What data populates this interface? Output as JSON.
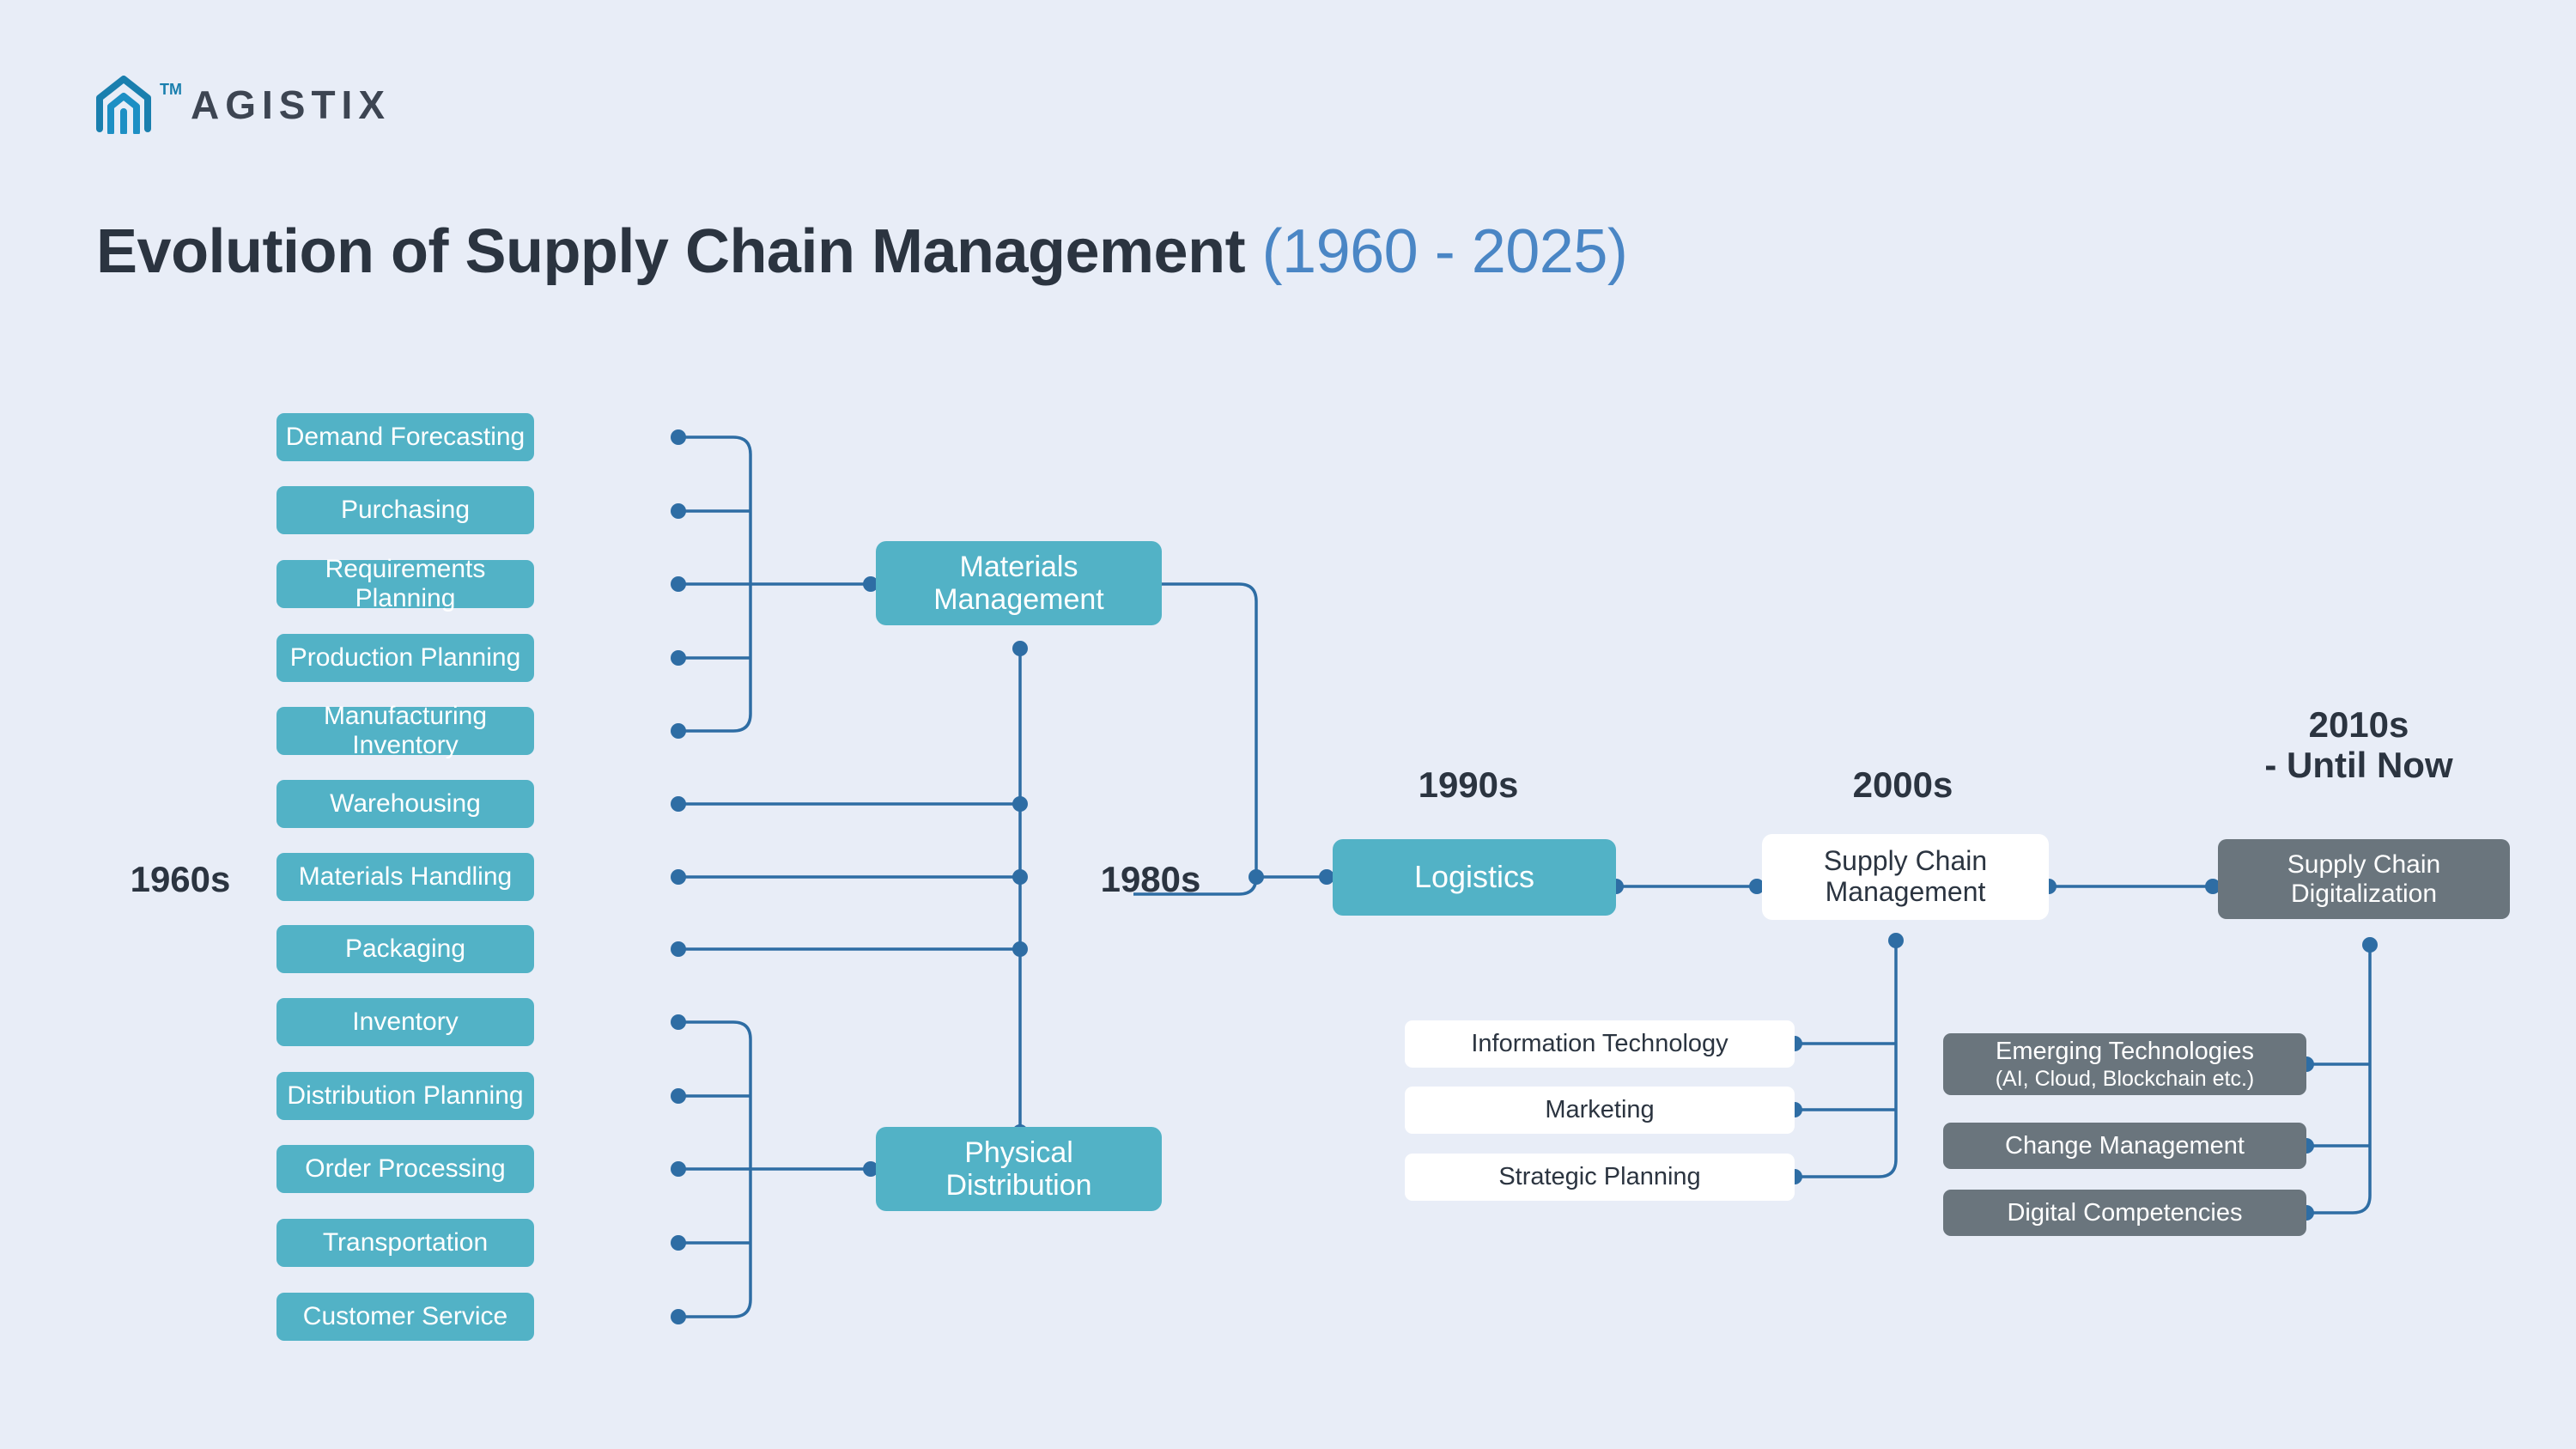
{
  "brand": {
    "name": "AGISTIX",
    "trademark": "TM",
    "logo_color": "#1a7fae",
    "word_color": "#3d4552"
  },
  "title": {
    "main": "Evolution of Supply Chain Management",
    "years": "(1960 - 2025)"
  },
  "theme": {
    "background": "#e8edf7",
    "teal": "#52b2c6",
    "slate": "#6a757d",
    "white": "#ffffff",
    "connector": "#2e6da4",
    "accent_blue": "#4a86c5",
    "text_dark": "#2b3440"
  },
  "eras": [
    {
      "id": "era-1960s",
      "label": "1960s"
    },
    {
      "id": "era-1980s",
      "label": "1980s"
    },
    {
      "id": "era-1990s",
      "label": "1990s"
    },
    {
      "id": "era-2000s",
      "label": "2000s"
    },
    {
      "id": "era-2010s",
      "label": "2010s\n- Until Now",
      "line1": "2010s",
      "line2": "- Until Now"
    }
  ],
  "columns": {
    "decade_1960s": {
      "era": "1960s",
      "materials_group": [
        {
          "label": "Demand Forecasting"
        },
        {
          "label": "Purchasing"
        },
        {
          "label": "Requirements Planning"
        },
        {
          "label": "Production Planning"
        },
        {
          "label": "Manufacturing Inventory"
        }
      ],
      "shared_group": [
        {
          "label": "Warehousing"
        },
        {
          "label": "Materials Handling"
        },
        {
          "label": "Packaging"
        }
      ],
      "distribution_group": [
        {
          "label": "Inventory"
        },
        {
          "label": "Distribution Planning"
        },
        {
          "label": "Order Processing"
        },
        {
          "label": "Transportation"
        },
        {
          "label": "Customer Service"
        }
      ]
    },
    "decade_1980s": {
      "era": "1980s",
      "nodes": [
        {
          "label": "Materials Management",
          "line1": "Materials",
          "line2": "Management",
          "style": "teal"
        },
        {
          "label": "Physical Distribution",
          "line1": "Physical",
          "line2": "Distribution",
          "style": "teal"
        }
      ]
    },
    "decade_1990s": {
      "era": "1990s",
      "main": {
        "label": "Logistics",
        "style": "teal"
      },
      "children": [
        {
          "label": "Information Technology",
          "style": "white"
        },
        {
          "label": "Marketing",
          "style": "white"
        },
        {
          "label": "Strategic Planning",
          "style": "white"
        }
      ]
    },
    "decade_2000s": {
      "era": "2000s",
      "main": {
        "label": "Supply Chain Management",
        "line1": "Supply Chain",
        "line2": "Management",
        "style": "white"
      }
    },
    "decade_2010s": {
      "era_line1": "2010s",
      "era_line2": "- Until Now",
      "main": {
        "label": "Supply Chain Digitalization",
        "line1": "Supply Chain",
        "line2": "Digitalization",
        "style": "slate"
      },
      "children": [
        {
          "label": "Emerging Technologies",
          "sub": "(AI, Cloud, Blockchain etc.)",
          "style": "slate"
        },
        {
          "label": "Change Management",
          "style": "slate"
        },
        {
          "label": "Digital Competencies",
          "style": "slate"
        }
      ]
    }
  }
}
